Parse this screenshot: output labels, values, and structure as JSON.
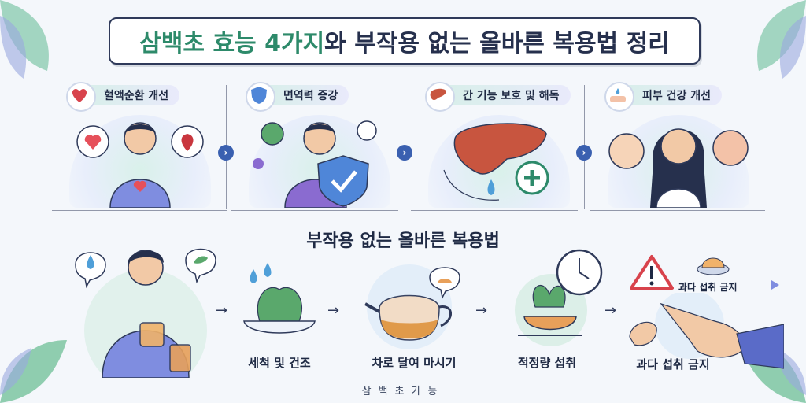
{
  "title": {
    "highlight": "삼백초 효능 4가지",
    "rest": "와 부작용 없는 올바른 복용법 정리"
  },
  "benefits": [
    {
      "label": "혈액순환 개선"
    },
    {
      "label": "면역력 증강"
    },
    {
      "label": "간 기능 보호 및 해독"
    },
    {
      "label": "피부 건강 개선"
    }
  ],
  "usage": {
    "heading": "부작용 없는 올바른 복용법",
    "steps": [
      {
        "label": "세척 및 건조"
      },
      {
        "label": "차로 달여 마시기"
      },
      {
        "label": "적정량 섭취"
      },
      {
        "label": "과다 섭취 금지"
      }
    ],
    "warning_label": "과다 섭취 금지"
  },
  "footer": "삼백초가능",
  "colors": {
    "accent_green": "#2d8a6a",
    "accent_blue": "#3a60b0",
    "outline": "#2f3a5a"
  }
}
